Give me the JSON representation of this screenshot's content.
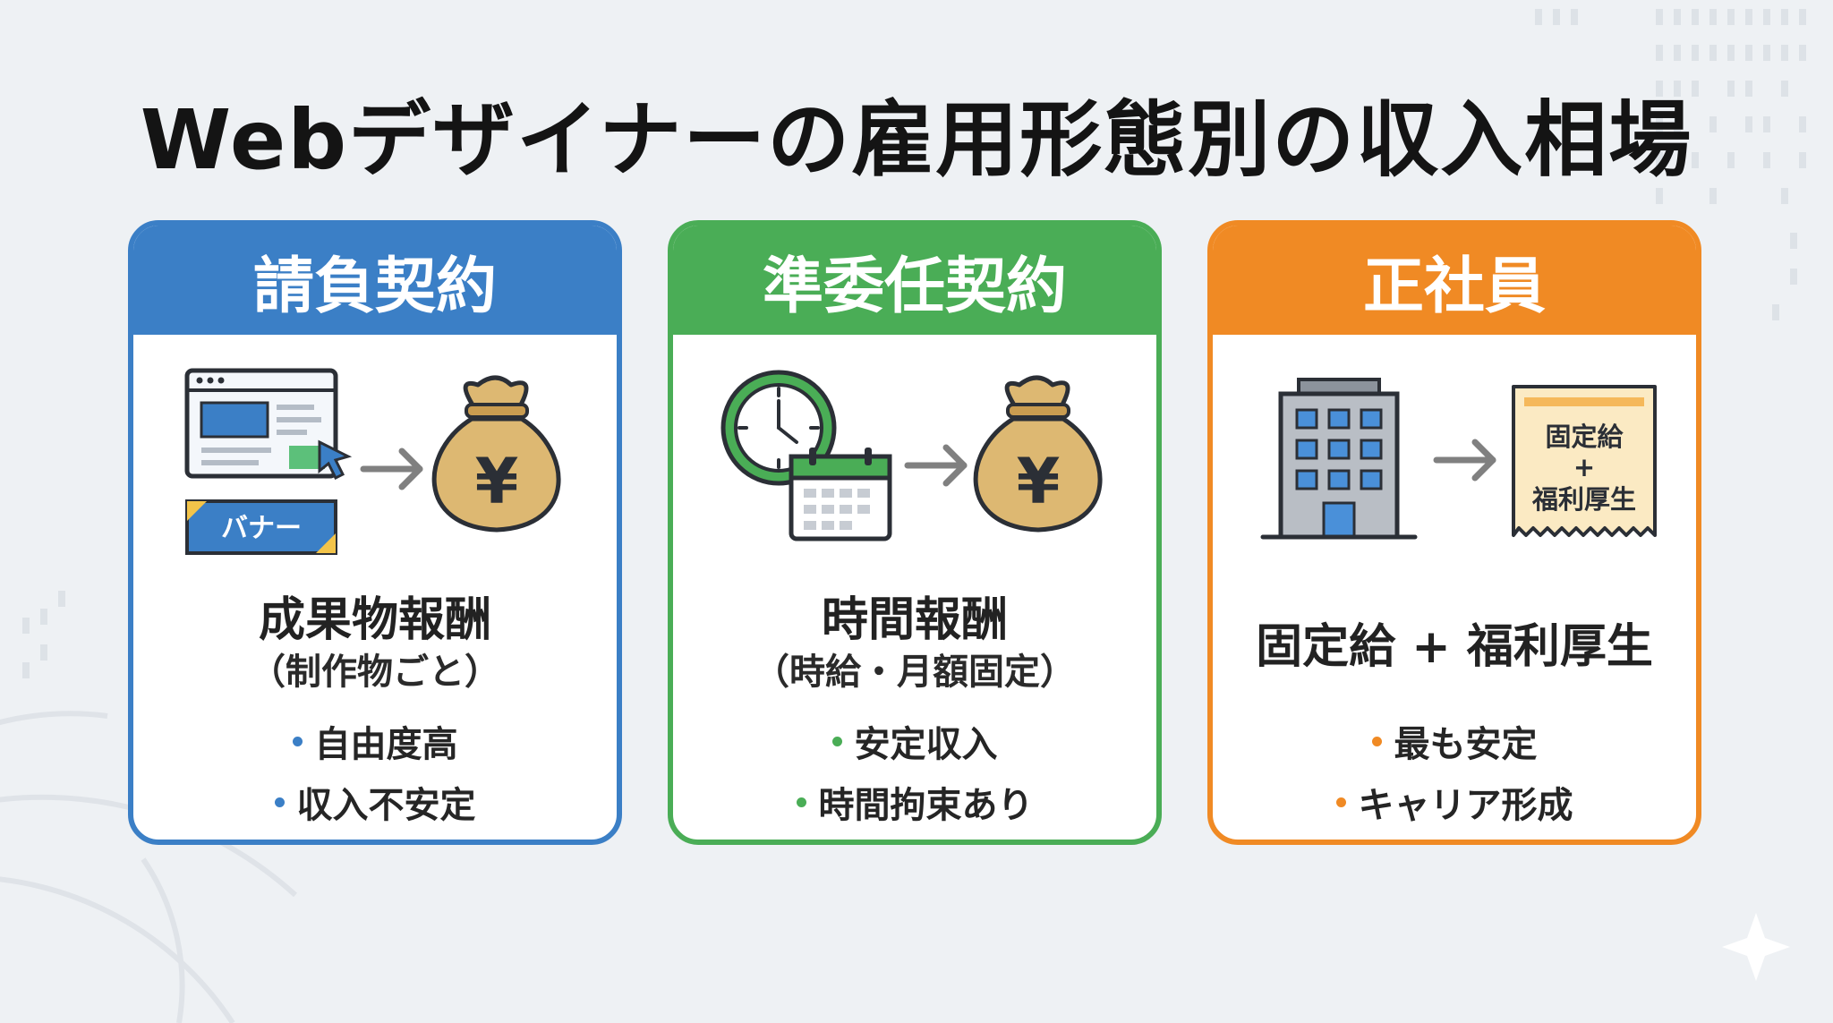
{
  "title": "Webデザイナーの雇用形態別の収入相場",
  "colors": {
    "blue": "#3b7fc6",
    "green": "#4aad56",
    "orange": "#f08a24",
    "background": "#eef1f4"
  },
  "cards": [
    {
      "header": "請負契約",
      "main_label": "成果物報酬",
      "sub_label": "（制作物ごと）",
      "illustration": {
        "left_icon": "web-page-icon",
        "banner_text": "バナー",
        "arrow_icon": "right-arrow-icon",
        "right_icon": "yen-money-bag-icon",
        "yen_symbol": "¥"
      },
      "bullets": [
        "自由度高",
        "収入不安定"
      ]
    },
    {
      "header": "準委任契約",
      "main_label": "時間報酬",
      "sub_label": "（時給・月額固定）",
      "illustration": {
        "left_icon": "clock-calendar-icon",
        "arrow_icon": "right-arrow-icon",
        "right_icon": "yen-money-bag-icon",
        "yen_symbol": "¥"
      },
      "bullets": [
        "安定収入",
        "時間拘束あり"
      ]
    },
    {
      "header": "正社員",
      "main_label": "固定給 + 福利厚生",
      "illustration": {
        "left_icon": "office-building-icon",
        "arrow_icon": "right-arrow-icon",
        "right_icon": "payslip-receipt-icon",
        "receipt_line1": "固定給",
        "receipt_plus": "+",
        "receipt_line2": "福利厚生"
      },
      "bullets": [
        "最も安定",
        "キャリア形成"
      ]
    }
  ]
}
